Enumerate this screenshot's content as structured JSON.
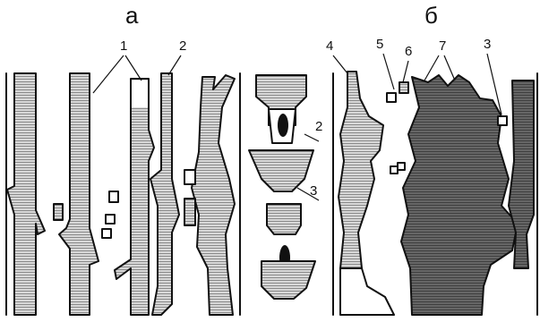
{
  "panels": {
    "a": {
      "letter": "а"
    },
    "b": {
      "letter": "б"
    }
  },
  "callouts": {
    "a_1": "1",
    "a_2": "2",
    "mid_2": "2",
    "mid_3": "3",
    "b_4": "4",
    "b_5": "5",
    "b_6": "6",
    "b_7": "7",
    "b_3": "3"
  },
  "colors": {
    "light_fill": "#c9c9c9",
    "dark_fill": "#5f5f5f",
    "outline": "#111111",
    "background": "#ffffff"
  }
}
